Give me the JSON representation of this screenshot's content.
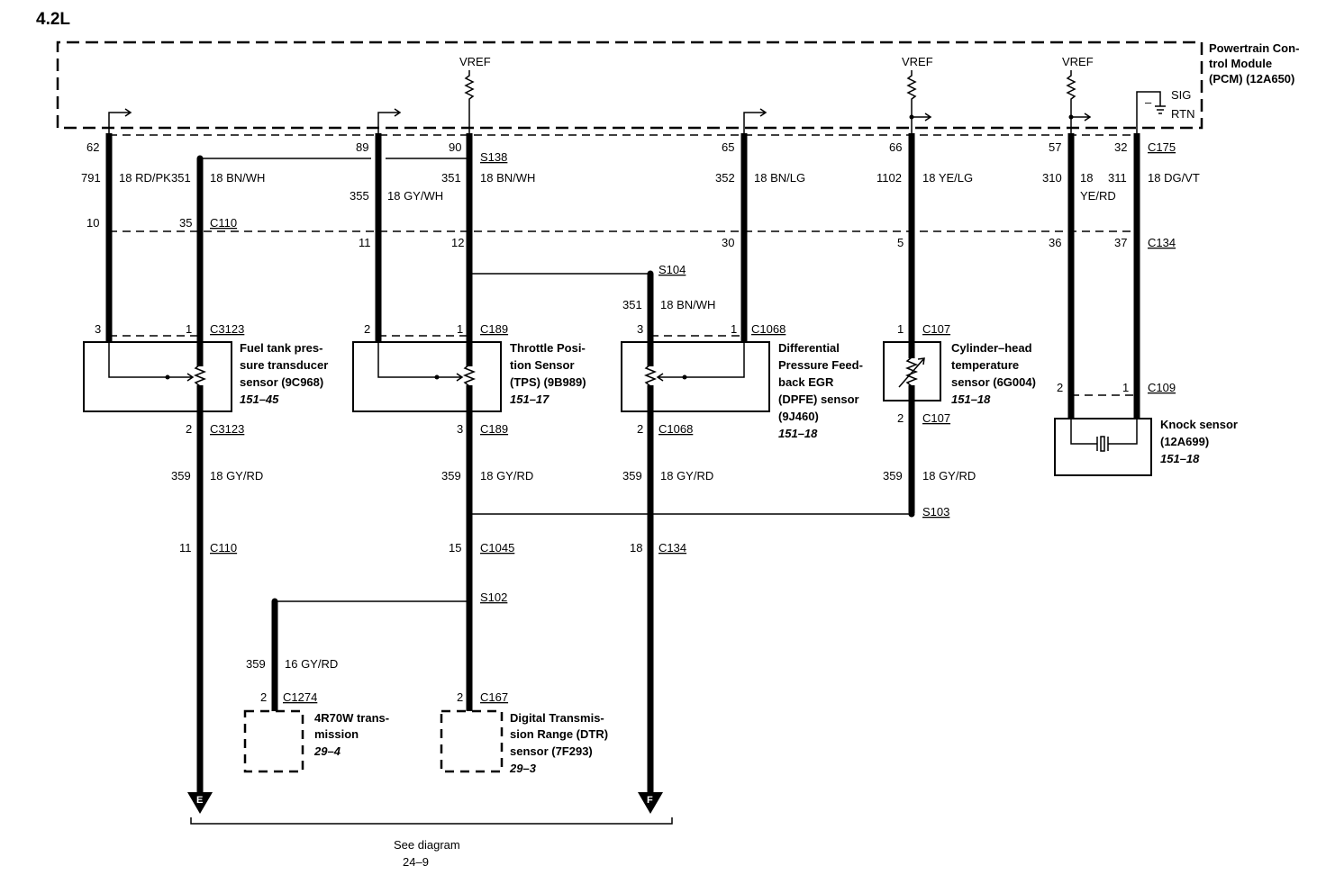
{
  "title": "4.2L",
  "pcm": {
    "label": [
      "Powertrain Con-",
      "trol Module",
      "(PCM) (12A650)"
    ],
    "vref": "VREF",
    "sig": "SIG",
    "rtn": "RTN",
    "minus": "–"
  },
  "pins": {
    "p62": "62",
    "p89": "89",
    "p90": "90",
    "p65": "65",
    "p66": "66",
    "p57": "57",
    "p32": "32",
    "p10": "10",
    "p35": "35",
    "p11a": "11",
    "p12": "12",
    "p30": "30",
    "p5": "5",
    "p36": "36",
    "p37": "37",
    "p3a": "3",
    "p1a": "1",
    "p2a": "2",
    "p1b": "1",
    "p3b": "3",
    "p1c": "1",
    "p1d": "1",
    "p2k": "2",
    "p1k": "1",
    "p2a2": "2",
    "p3b2": "3",
    "p2c2": "2",
    "p2d2": "2",
    "p11b": "11",
    "p15": "15",
    "p18": "18",
    "p2t": "2",
    "p2dtr": "2"
  },
  "circuits": {
    "c791": "791",
    "w791": "18 RD/PK",
    "c351a": "351",
    "w351a": "18 BN/WH",
    "c355": "355",
    "w355": "18 GY/WH",
    "c351b": "351",
    "w351b": "18 BN/WH",
    "c352": "352",
    "w352": "18 BN/LG",
    "c1102": "1102",
    "w1102": "18 YE/LG",
    "c310": "310",
    "w310a": "18",
    "w310b": "YE/RD",
    "c311": "311",
    "w311": "18 DG/VT",
    "c351c": "351",
    "w351c": "18 BN/WH",
    "c359a": "359",
    "w359a": "18 GY/RD",
    "c359b": "359",
    "w359b": "18 GY/RD",
    "c359c": "359",
    "w359c": "18 GY/RD",
    "c359d": "359",
    "w359d": "18 GY/RD",
    "c359e": "359",
    "w359e": "16 GY/RD"
  },
  "connectors": {
    "c175": "C175",
    "s138": "S138",
    "c110a": "C110",
    "c134a": "C134",
    "s104": "S104",
    "c3123a": "C3123",
    "c189a": "C189",
    "c1068a": "C1068",
    "c107a": "C107",
    "c109": "C109",
    "c3123b": "C3123",
    "c189b": "C189",
    "c1068b": "C1068",
    "c107b": "C107",
    "s103": "S103",
    "c110b": "C110",
    "c1045": "C1045",
    "c134b": "C134",
    "s102": "S102",
    "c1274": "C1274",
    "c167": "C167"
  },
  "components": {
    "ftpt": {
      "lines": [
        "Fuel tank pres-",
        "sure transducer",
        "sensor (9C968)"
      ],
      "ref": "151–45"
    },
    "tps": {
      "lines": [
        "Throttle Posi-",
        "tion Sensor",
        "(TPS) (9B989)"
      ],
      "ref": "151–17"
    },
    "dpfe": {
      "lines": [
        "Differential",
        "Pressure Feed-",
        "back EGR",
        "(DPFE) sensor",
        "(9J460)"
      ],
      "ref": "151–18"
    },
    "cht": {
      "lines": [
        "Cylinder–head",
        "temperature",
        "sensor (6G004)"
      ],
      "ref": "151–18"
    },
    "knock": {
      "lines": [
        "Knock sensor",
        "(12A699)"
      ],
      "ref": "151–18"
    },
    "trans": {
      "lines": [
        "4R70W trans-",
        "mission"
      ],
      "ref": "29–4"
    },
    "dtr": {
      "lines": [
        "Digital Transmis-",
        "sion Range (DTR)",
        "sensor (7F293)"
      ],
      "ref": "29–3"
    }
  },
  "arrows": {
    "e": "E",
    "f": "F"
  },
  "footer": {
    "line1": "See diagram",
    "line2": "24–9"
  }
}
